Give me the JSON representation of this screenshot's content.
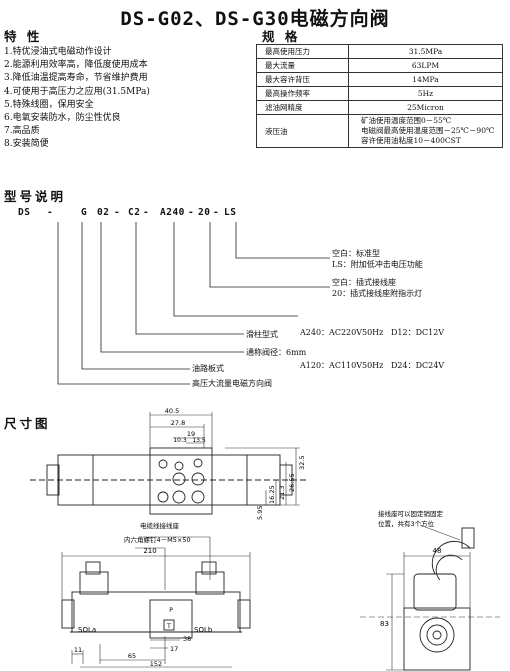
{
  "title": "DS-G02、DS-G30电磁方向阀",
  "features": {
    "heading": "特 性",
    "items": [
      "1.特优浸油式电磁动作设计",
      "2.能源利用效率高，降低度使用成本",
      "3.降低油温提高寿命，节省维护费用",
      "4.可使用于高压力之应用(31.5MPa)",
      "5.特殊线圈，保用安全",
      "6.电氧安装防水，防尘性优良",
      "7.高品质",
      "8.安装简便"
    ]
  },
  "specs": {
    "heading": "规 格",
    "rows": [
      {
        "label": "最高使用压力",
        "value": "31.5MPa"
      },
      {
        "label": "最大流量",
        "value": "63LPM"
      },
      {
        "label": "最大容许背压",
        "value": "14MPa"
      },
      {
        "label": "最高操作频率",
        "value": "5Hz"
      },
      {
        "label": "滤油网精度",
        "value": "25Micron"
      }
    ],
    "oil": {
      "label": "液压油",
      "lines": [
        "矿油使用温度范围0－55℃",
        "电磁阀最高使用温度范围－25℃－90℃",
        "容许使用油粘度10－400CST"
      ]
    }
  },
  "model": {
    "heading": "型号说明",
    "parts": [
      "DS",
      "-",
      "G",
      "02",
      "-",
      "C2",
      "-",
      "A240",
      "-",
      "20",
      "-",
      "LS"
    ],
    "desc": {
      "ls1": "空白：标准型",
      "ls2": "LS：附加低冲击电压功能",
      "c20a": "空白：插式接线座",
      "c20b": "20：插式接线座附指示灯",
      "v1": "A240：AC220V50Hz   D12：DC12V",
      "v2": "A120：AC110V50Hz   D24：DC24V",
      "spool": "滑柱型式",
      "size": "通称阀径：6mm",
      "base": "油路板式",
      "name": "高压大流量电磁方向阀"
    }
  },
  "dimensions": {
    "heading": "尺寸图",
    "top_dims": [
      "40.5",
      "27.8",
      "19",
      "10.3",
      "13.5"
    ],
    "side_dims": [
      "32.5",
      "26.55",
      "21.3",
      "16.25",
      "5.95"
    ],
    "notes": {
      "terminal": "电缆线接线座",
      "screw": "内六角螺钉4－M5×50",
      "rotate1": "接线座可以固定销固定",
      "rotate2": "位置，共有3个方位"
    },
    "front_dims": [
      "210",
      "11",
      "65",
      "152",
      "38",
      "17"
    ],
    "labels": {
      "sola": "SOLa",
      "solb": "SOLb",
      "t": "T",
      "p": "P"
    },
    "right_dims": [
      "48",
      "83"
    ]
  }
}
